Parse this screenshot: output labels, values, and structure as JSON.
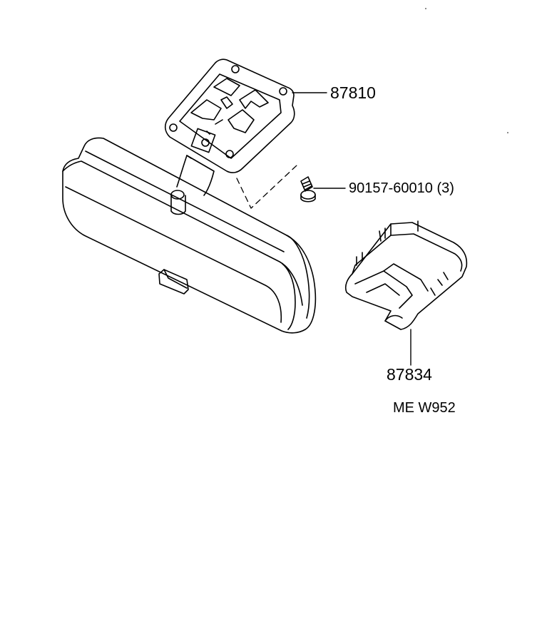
{
  "diagram": {
    "callouts": [
      {
        "id": "mirror-bracket",
        "text": "87810"
      },
      {
        "id": "screw",
        "text": "90157-60010 (3)"
      },
      {
        "id": "mirror-cover",
        "text": "87834"
      }
    ],
    "drawing_code": "ME W952",
    "colors": {
      "ink": "#000000",
      "background": "#ffffff"
    }
  }
}
